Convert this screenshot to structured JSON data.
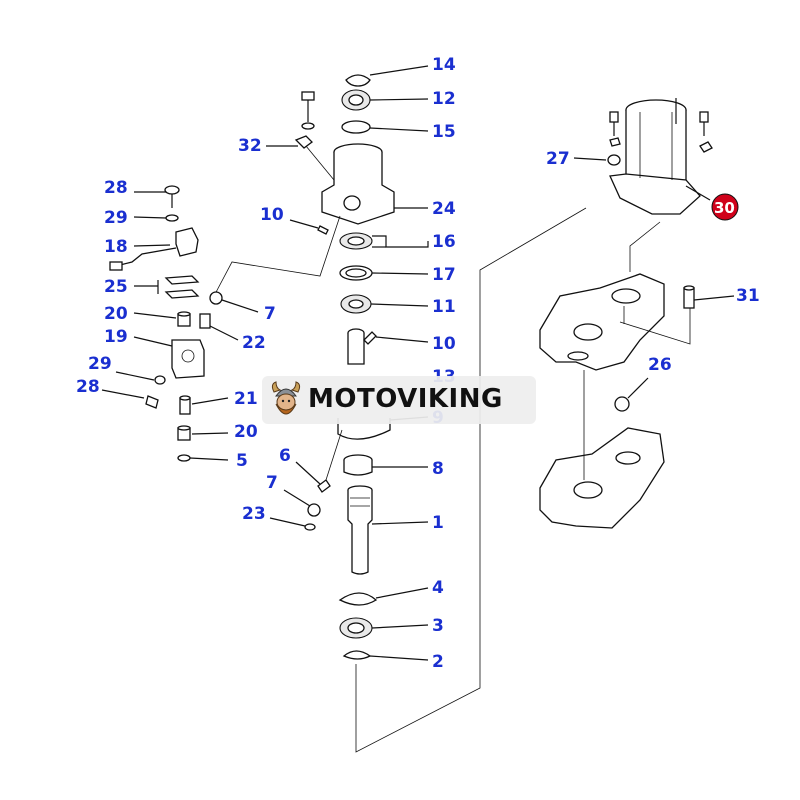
{
  "brand": {
    "name": "MOTOVIKING",
    "logo_icon": "viking-head-icon"
  },
  "highlight": {
    "part": "30",
    "color": "#d0021b"
  },
  "label_color": "#1a2fd0",
  "parts": [
    {
      "id": "p14",
      "num": "14"
    },
    {
      "id": "p12",
      "num": "12"
    },
    {
      "id": "p15",
      "num": "15"
    },
    {
      "id": "p32",
      "num": "32"
    },
    {
      "id": "p24",
      "num": "24"
    },
    {
      "id": "p10a",
      "num": "10"
    },
    {
      "id": "p16",
      "num": "16"
    },
    {
      "id": "p17",
      "num": "17"
    },
    {
      "id": "p7a",
      "num": "7"
    },
    {
      "id": "p11",
      "num": "11"
    },
    {
      "id": "p10b",
      "num": "10"
    },
    {
      "id": "p13",
      "num": "13"
    },
    {
      "id": "p9",
      "num": "9"
    },
    {
      "id": "p8",
      "num": "8"
    },
    {
      "id": "p1",
      "num": "1"
    },
    {
      "id": "p4",
      "num": "4"
    },
    {
      "id": "p3",
      "num": "3"
    },
    {
      "id": "p2",
      "num": "2"
    },
    {
      "id": "p28a",
      "num": "28"
    },
    {
      "id": "p29a",
      "num": "29"
    },
    {
      "id": "p18",
      "num": "18"
    },
    {
      "id": "p25",
      "num": "25"
    },
    {
      "id": "p20a",
      "num": "20"
    },
    {
      "id": "p22",
      "num": "22"
    },
    {
      "id": "p19",
      "num": "19"
    },
    {
      "id": "p29b",
      "num": "29"
    },
    {
      "id": "p28b",
      "num": "28"
    },
    {
      "id": "p21",
      "num": "21"
    },
    {
      "id": "p20b",
      "num": "20"
    },
    {
      "id": "p5",
      "num": "5"
    },
    {
      "id": "p6",
      "num": "6"
    },
    {
      "id": "p7b",
      "num": "7"
    },
    {
      "id": "p23",
      "num": "23"
    },
    {
      "id": "p27",
      "num": "27"
    },
    {
      "id": "p30",
      "num": "30"
    },
    {
      "id": "p31",
      "num": "31"
    },
    {
      "id": "p26",
      "num": "26"
    }
  ]
}
